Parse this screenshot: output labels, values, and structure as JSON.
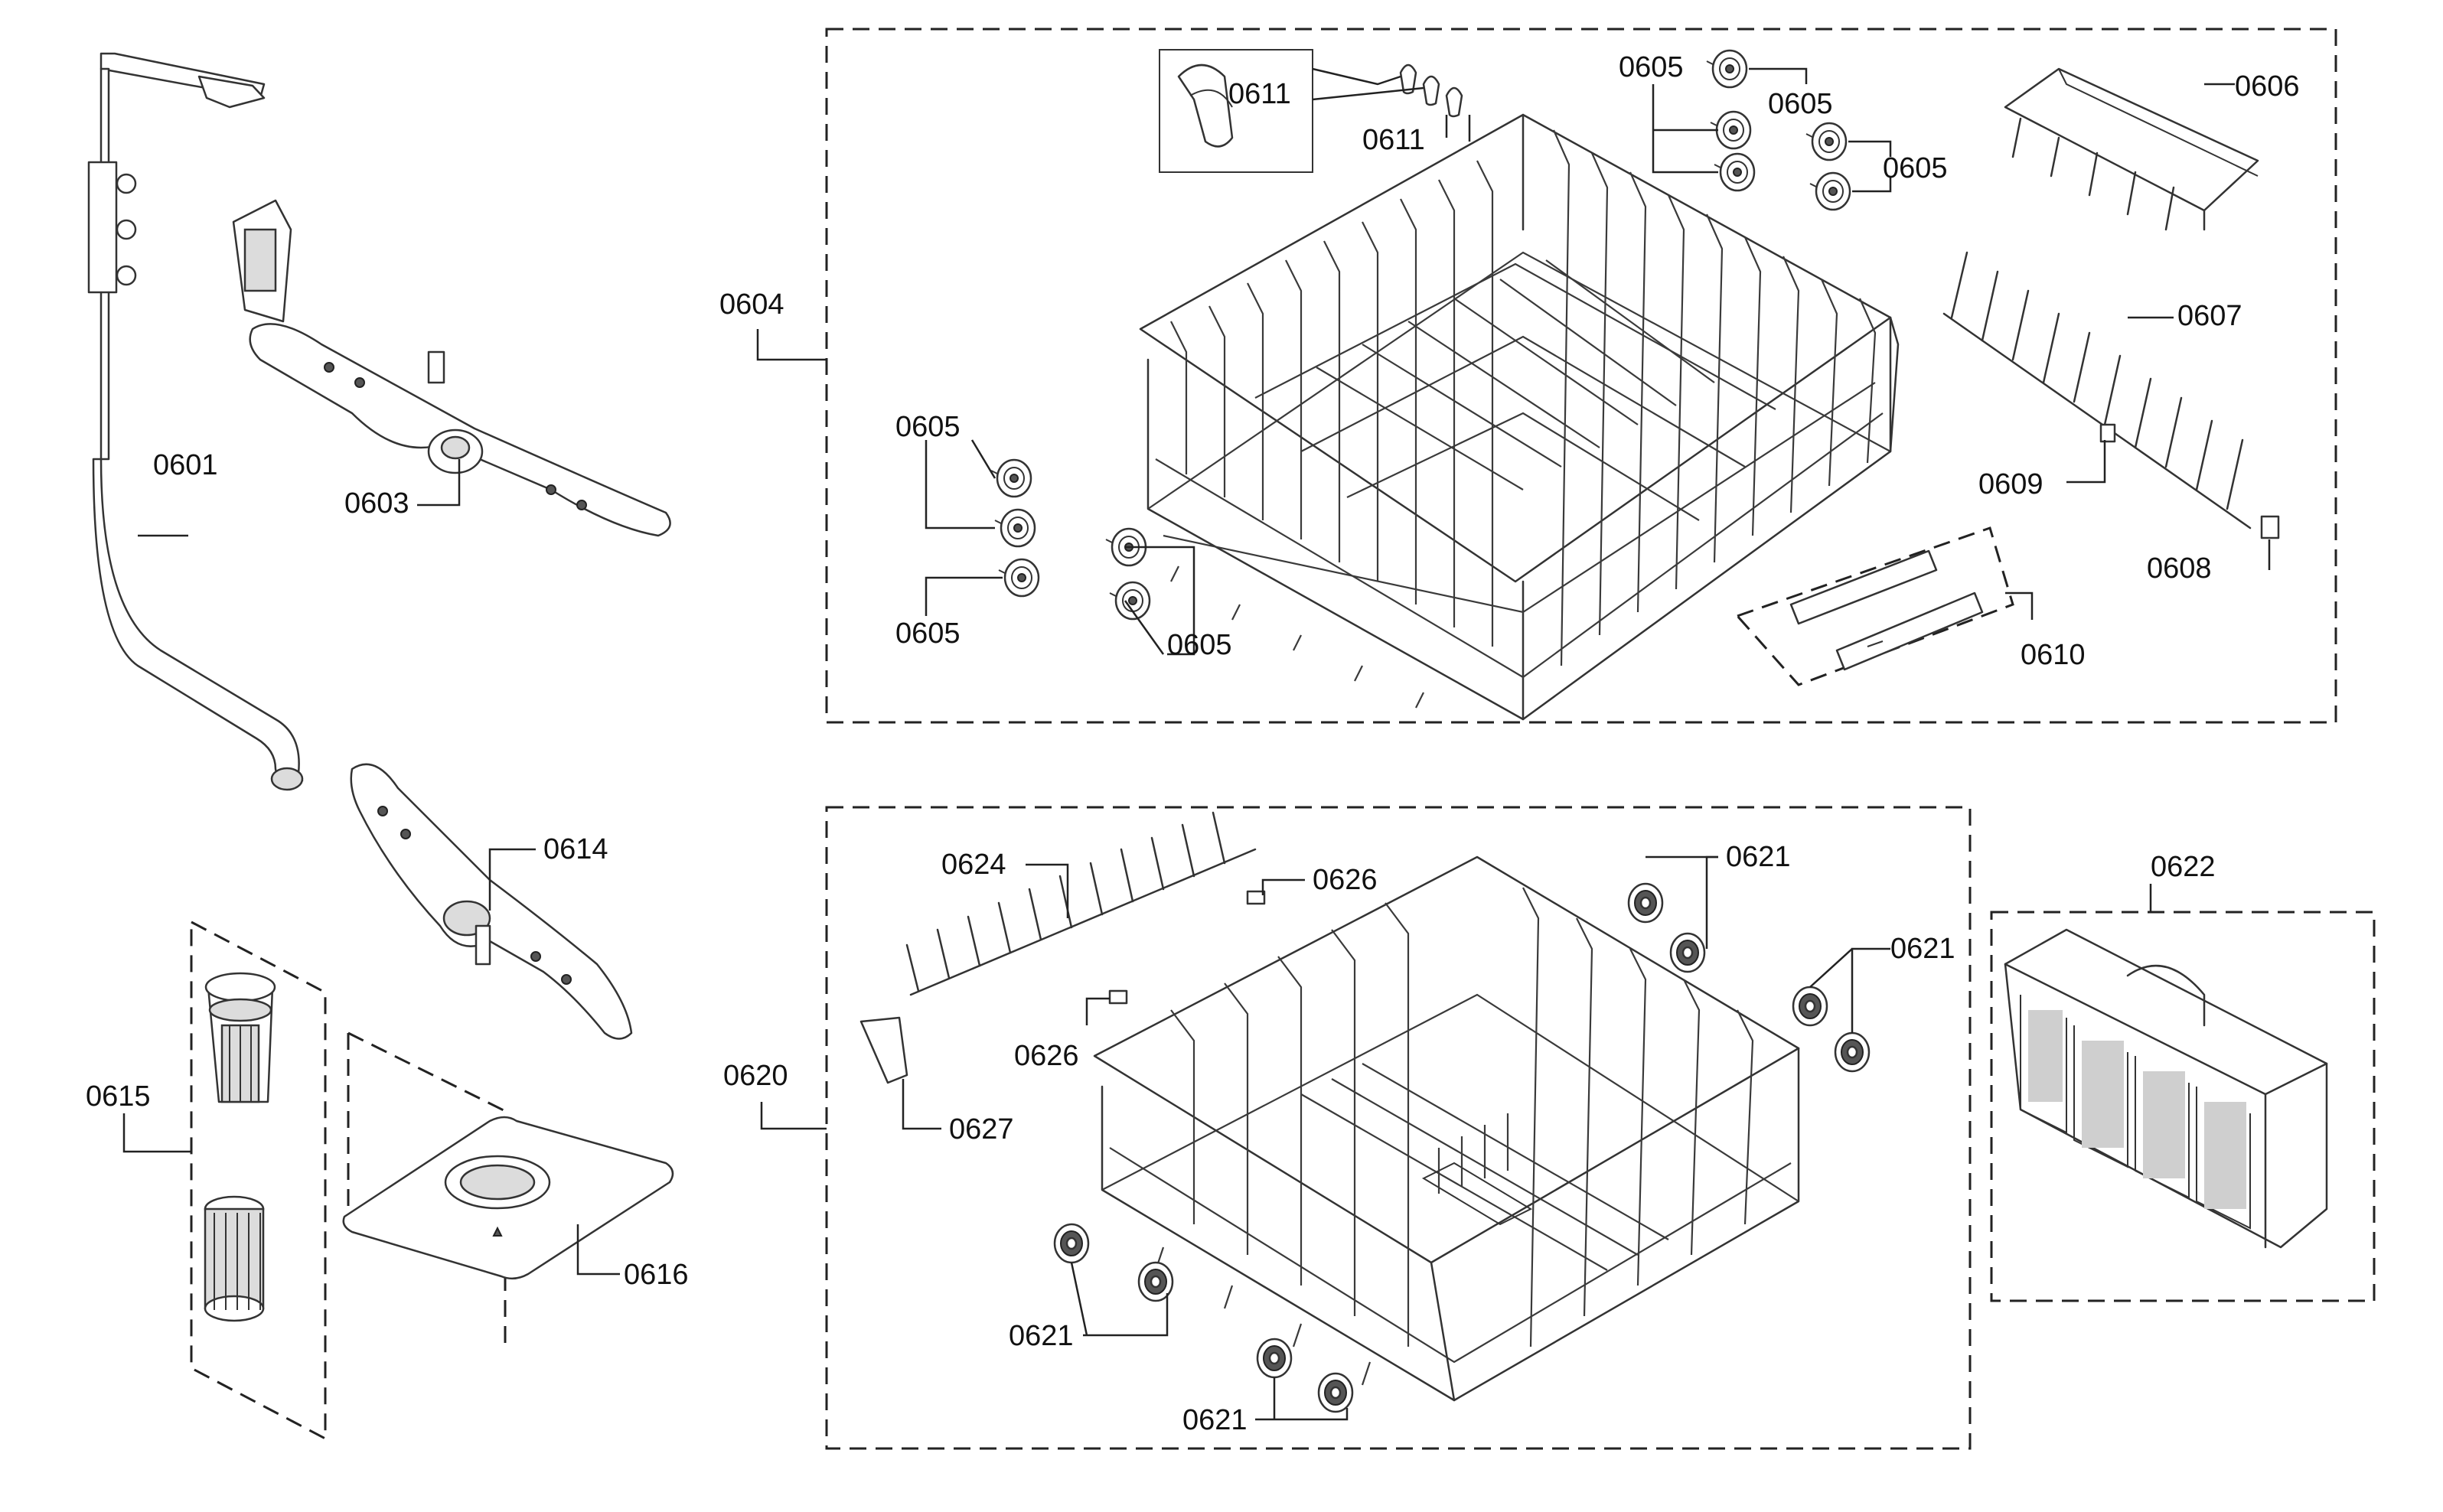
{
  "diagram": {
    "line_color": "#222222",
    "background_color": "#ffffff",
    "callouts": {
      "c0601": "0601",
      "c0603": "0603",
      "c0604": "0604",
      "c0605_a": "0605",
      "c0605_b": "0605",
      "c0605_c": "0605",
      "c0605_d": "0605",
      "c0605_e": "0605",
      "c0605_f": "0605",
      "c0606": "0606",
      "c0607": "0607",
      "c0608": "0608",
      "c0609": "0609",
      "c0610": "0610",
      "c0611_a": "0611",
      "c0611_b": "0611",
      "c0614": "0614",
      "c0615": "0615",
      "c0616": "0616",
      "c0620": "0620",
      "c0621_a": "0621",
      "c0621_b": "0621",
      "c0621_c": "0621",
      "c0621_d": "0621",
      "c0622": "0622",
      "c0624": "0624",
      "c0626_a": "0626",
      "c0626_b": "0626",
      "c0627": "0627"
    }
  }
}
